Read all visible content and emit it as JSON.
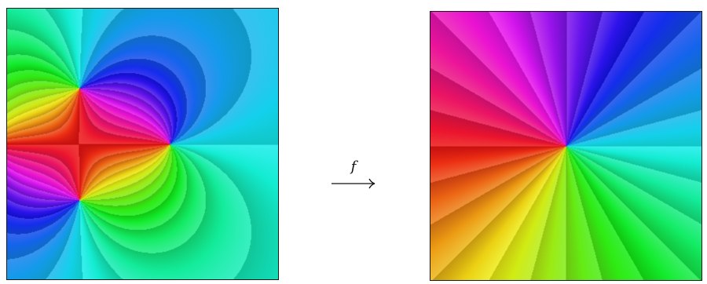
{
  "map": {
    "label": "f"
  },
  "panels": {
    "domain": {
      "icon": "phase-portrait-rational-function",
      "zeros": 1,
      "poles": 2,
      "contour_bands": 24
    },
    "codomain": {
      "icon": "phase-portrait-identity",
      "contour_bands": 24
    }
  },
  "colors": {
    "frame": "#1a1a1a",
    "arrow": "#111111",
    "background": "#ffffff"
  }
}
